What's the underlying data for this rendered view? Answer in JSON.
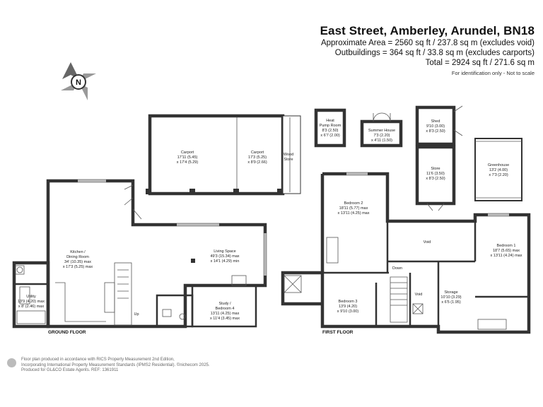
{
  "header": {
    "title": "East Street, Amberley, Arundel, BN18",
    "approx_area": "Approximate Area = 2560 sq ft / 237.8 sq m (excludes void)",
    "outbuildings": "Outbuildings = 364 sq ft / 33.8 sq m (excludes carports)",
    "total": "Total = 2924 sq ft / 271.6 sq m",
    "note": "For identification only - Not to scale"
  },
  "compass": {
    "label": "N"
  },
  "floors": {
    "ground": "GROUND FLOOR",
    "first": "FIRST FLOOR"
  },
  "rooms": {
    "carport1": {
      "name": "Carport",
      "dim1": "17'11 (5.45)",
      "dim2": "x 17'4 (5.29)"
    },
    "carport2": {
      "name": "Carport",
      "dim1": "17'3 (5.25)",
      "dim2": "x 8'9 (2.66)"
    },
    "wood_store": {
      "name1": "Wood",
      "name2": "Store"
    },
    "heat_pump": {
      "name1": "Heat",
      "name2": "Pump Room",
      "dim1": "8'3 (2.50)",
      "dim2": "x 6'7 (2.00)"
    },
    "summer_house": {
      "name": "Summer House",
      "dim1": "7'3 (2.20)",
      "dim2": "x 4'11 (1.50)"
    },
    "shed": {
      "name": "Shed",
      "dim1": "9'10 (3.00)",
      "dim2": "x 8'3 (2.50)"
    },
    "store": {
      "name": "Store",
      "dim1": "11'6 (3.50)",
      "dim2": "x 8'3 (2.50)"
    },
    "greenhouse": {
      "name": "Greenhouse",
      "dim1": "13'2 (4.00)",
      "dim2": "x 7'3 (2.20)"
    },
    "kitchen": {
      "name1": "Kitchen /",
      "name2": "Dining Room",
      "dim1": "34' (10.35) max",
      "dim2": "x 17'3 (5.25) max"
    },
    "living": {
      "name": "Living Space",
      "dim1": "49'3 (15.34) max",
      "dim2": "x 14'1 (4.29) min"
    },
    "utility": {
      "name": "Utility",
      "dim1": "13'9 (4.20) max",
      "dim2": "x 8' (2.46) max"
    },
    "study": {
      "name1": "Study /",
      "name2": "Bedroom 4",
      "dim1": "13'11 (4.25) max",
      "dim2": "x 11'4 (3.45) max"
    },
    "bedroom2": {
      "name": "Bedroom 2",
      "dim1": "18'11 (5.77) max",
      "dim2": "x 13'11 (4.25) max"
    },
    "bedroom1": {
      "name": "Bedroom 1",
      "dim1": "18'7 (5.65) max",
      "dim2": "x 13'11 (4.24) max"
    },
    "bedroom3": {
      "name": "Bedroom 3",
      "dim1": "13'9 (4.20)",
      "dim2": "x 9'10 (3.00)"
    },
    "storage": {
      "name": "Storage",
      "dim1": "10'10 (3.29)",
      "dim2": "x 6'5 (1.95)"
    },
    "void1": {
      "name": "Void"
    },
    "void2": {
      "name": "Void"
    }
  },
  "stairs": {
    "up": "Up",
    "down": "Down"
  },
  "footer": {
    "line1": "Floor plan produced in accordance with RICS Property Measurement 2nd Edition,",
    "line2": "Incorporating International Property Measurement Standards (IPMS2 Residential). ©nichecom 2025.",
    "line3": "Produced for GL&CO Estate Agents.   REF:  1361911"
  }
}
